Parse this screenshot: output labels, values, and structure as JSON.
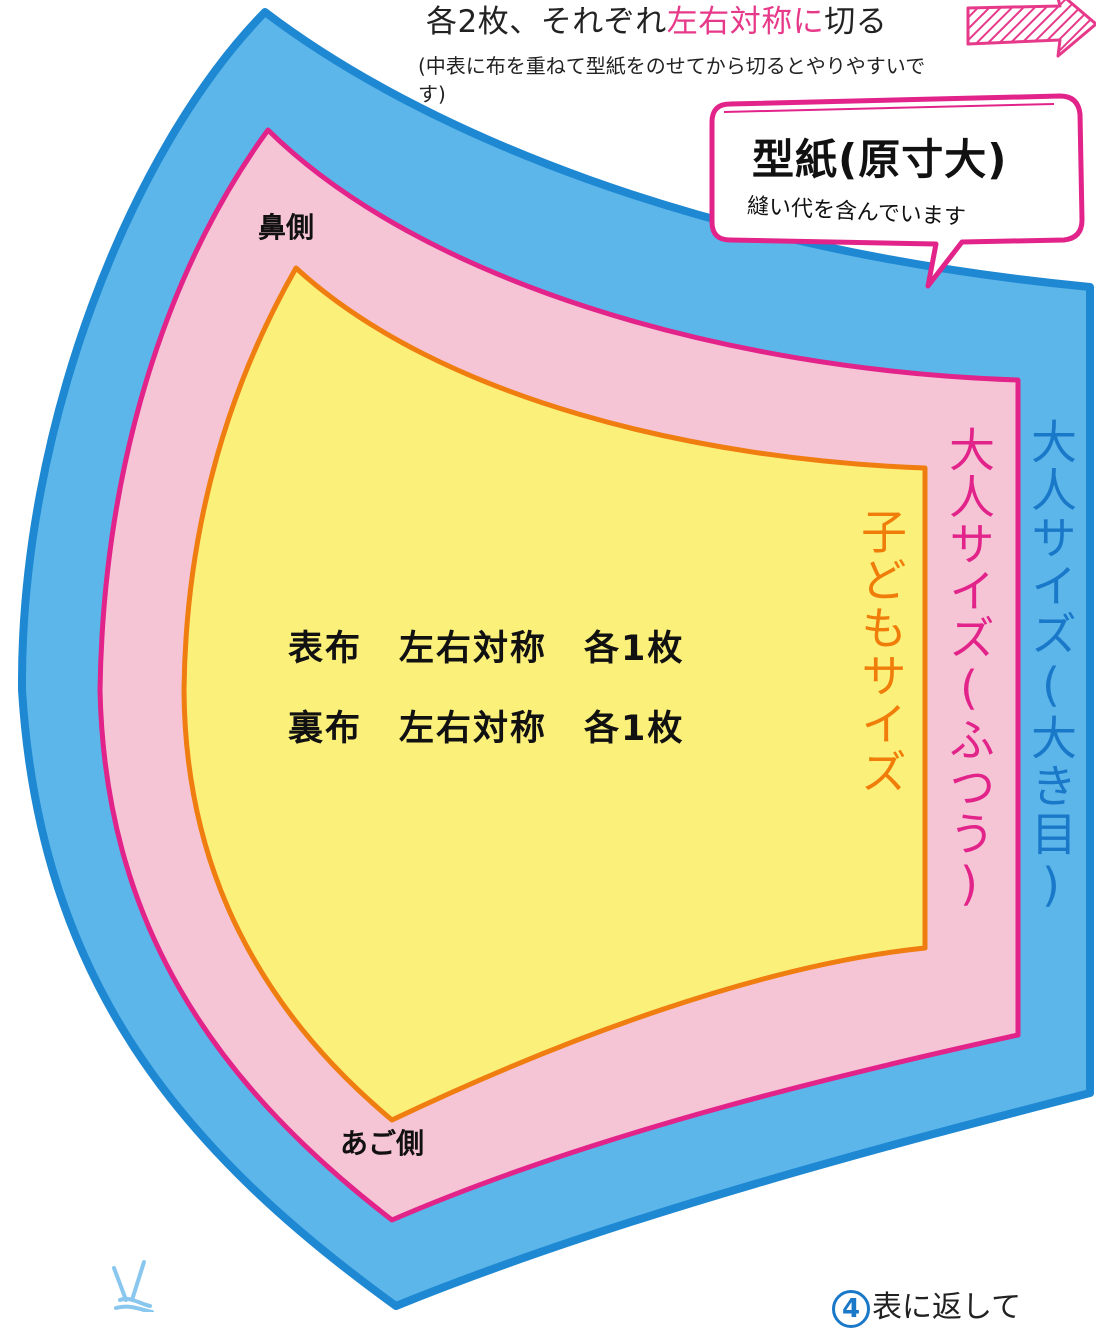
{
  "header": {
    "instruction_prefix": "各2枚、それぞれ",
    "instruction_highlight": "左右対称に",
    "instruction_suffix": "切る",
    "note": "(中表に布を重ねて型紙をのせてから切るとやりやすいです)"
  },
  "bubble": {
    "title": "型紙(原寸大)",
    "subtitle": "縫い代を含んでいます"
  },
  "labels": {
    "nose_side": "鼻側",
    "chin_side": "あご側",
    "outer_fabric": "表布　左右対称　各1枚",
    "lining_fabric": "裏布　左右対称　各1枚"
  },
  "sizes": {
    "large": "大人サイズ(大き目)",
    "adult": "大人サイズ(ふつう)",
    "child": "子どもサイズ"
  },
  "footer": {
    "step_number": "4",
    "step_text": "表に返して"
  },
  "colors": {
    "large_fill": "#5cb6ea",
    "large_stroke": "#1e88d2",
    "adult_fill": "#f5c5d6",
    "adult_stroke": "#e2238a",
    "child_fill": "#fbf07a",
    "child_stroke": "#ef7d10",
    "accent_text": "#e7398a"
  },
  "icons": {
    "arrow": "hatched-arrow-icon",
    "cord": "cord-icon"
  }
}
